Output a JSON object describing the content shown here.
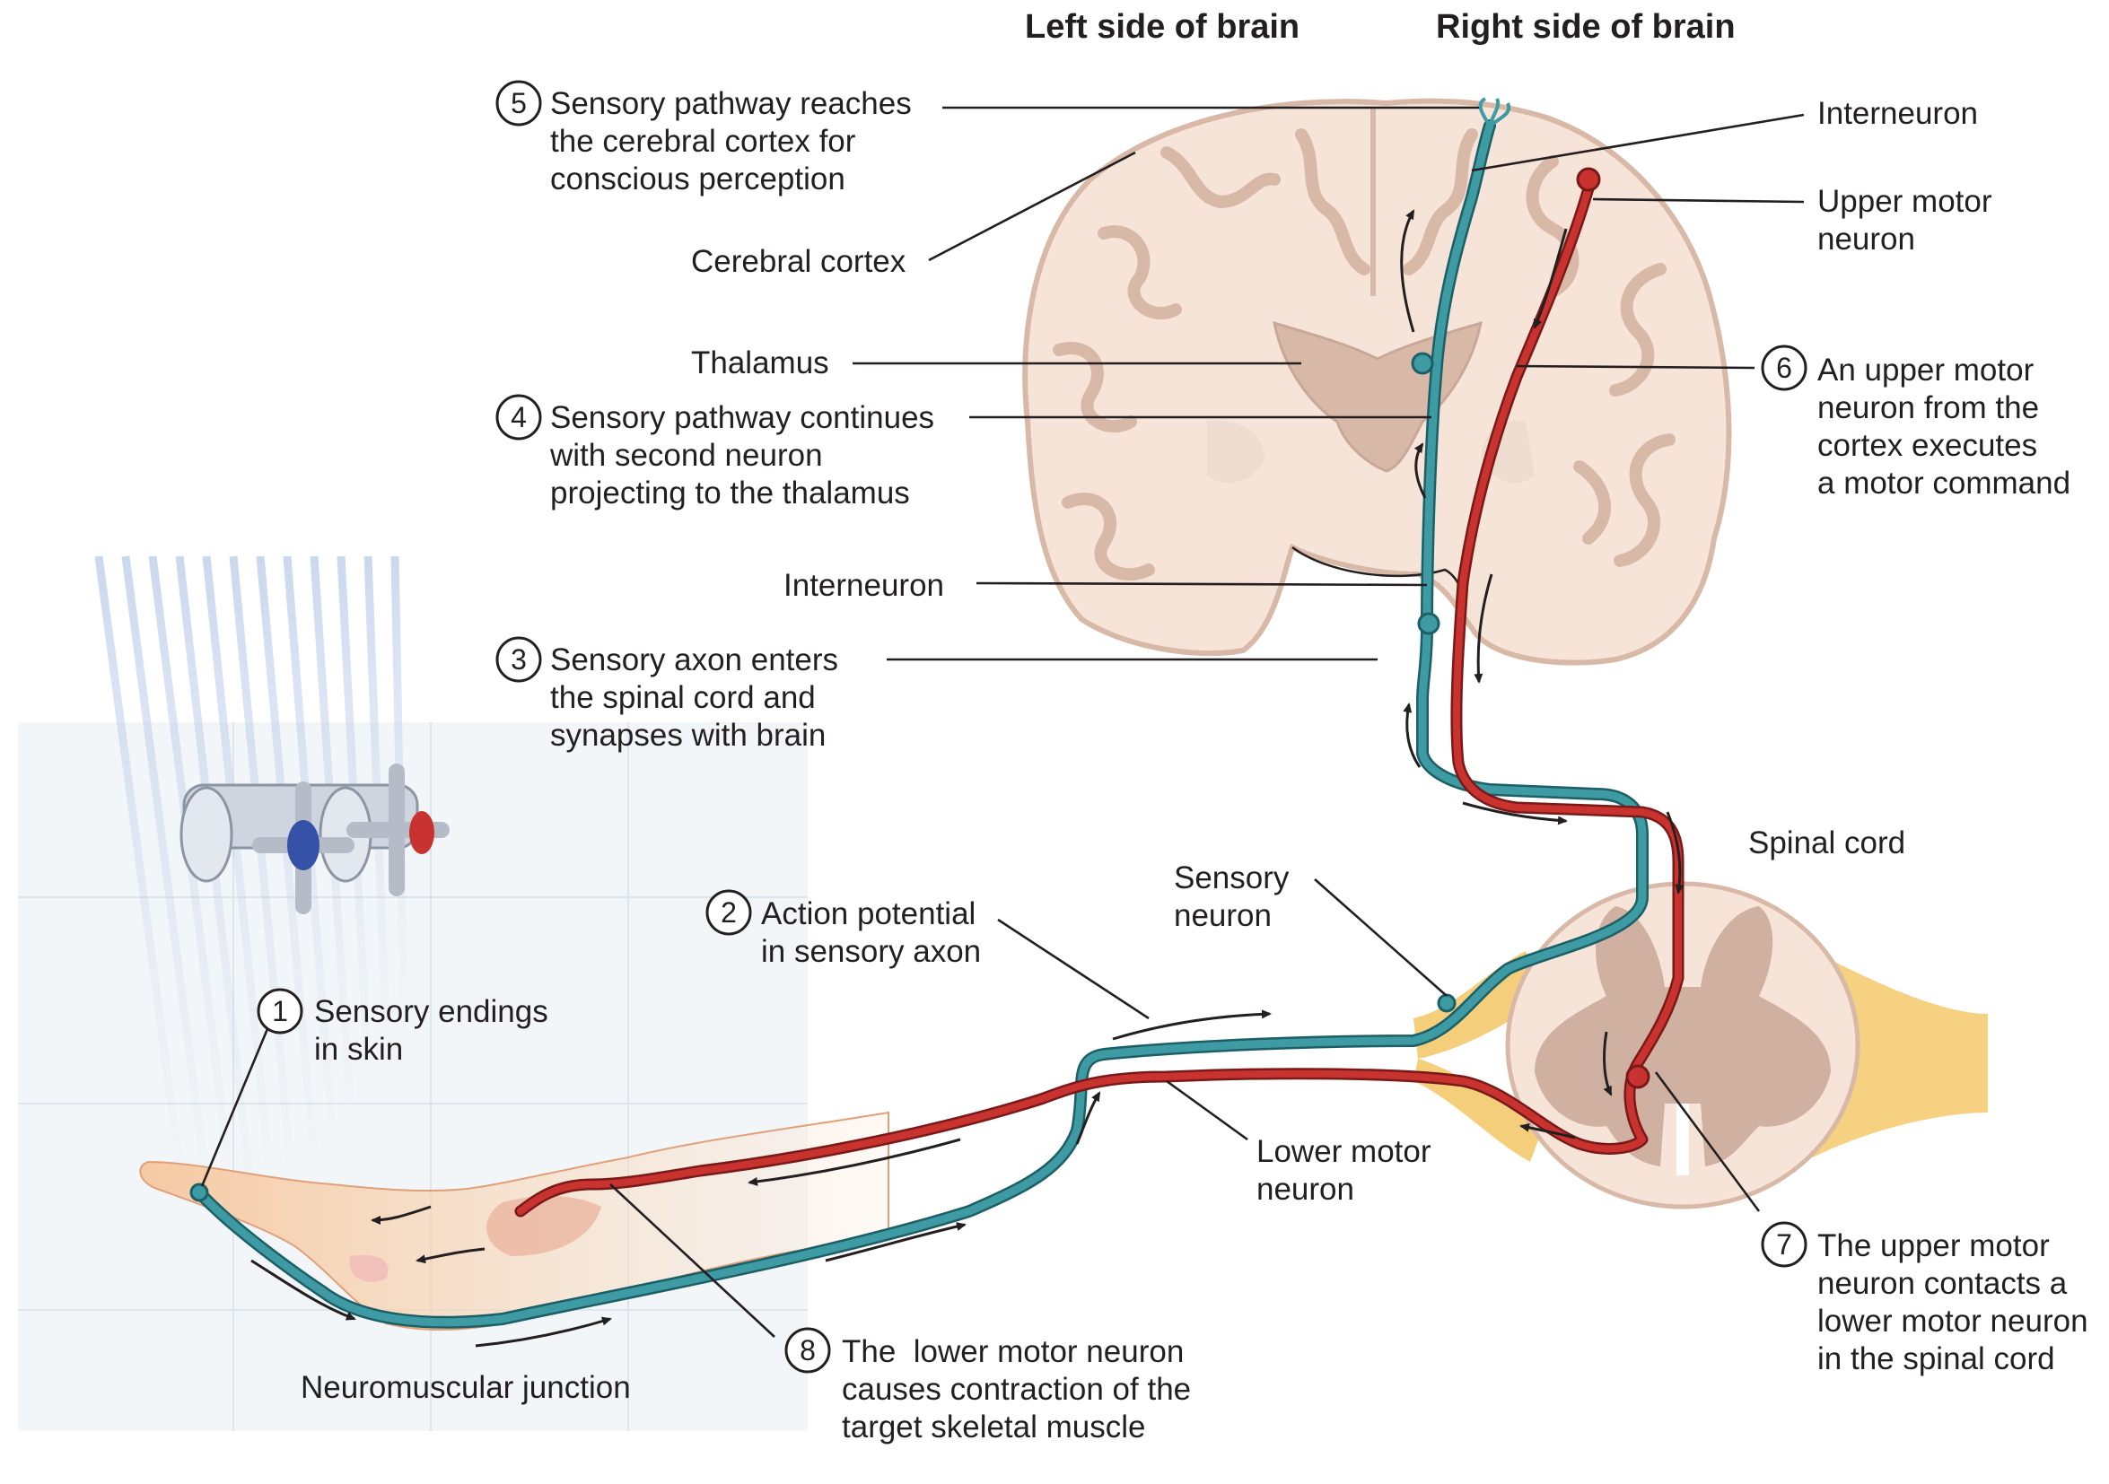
{
  "headers": {
    "left_brain": "Left side of brain",
    "right_brain": "Right side of brain"
  },
  "labels": {
    "cerebral_cortex": "Cerebral cortex",
    "thalamus": "Thalamus",
    "interneuron_top": "Interneuron",
    "interneuron_mid": "Interneuron",
    "upper_motor_neuron": [
      "Upper motor",
      "neuron"
    ],
    "spinal_cord": "Spinal cord",
    "sensory_neuron": [
      "Sensory",
      "neuron"
    ],
    "lower_motor_neuron": [
      "Lower motor",
      "neuron"
    ],
    "neuromuscular_junction": "Neuromuscular junction"
  },
  "steps": [
    {
      "number": "1",
      "lines": [
        "Sensory endings",
        "in skin"
      ]
    },
    {
      "number": "2",
      "lines": [
        "Action potential",
        "in sensory axon"
      ]
    },
    {
      "number": "3",
      "lines": [
        "Sensory axon enters",
        "the spinal cord and",
        "synapses with brain"
      ]
    },
    {
      "number": "4",
      "lines": [
        "Sensory pathway continues",
        "with second neuron",
        "projecting to the thalamus"
      ]
    },
    {
      "number": "5",
      "lines": [
        "Sensory pathway reaches",
        "the cerebral cortex for",
        "conscious perception"
      ]
    },
    {
      "number": "6",
      "lines": [
        "An upper motor",
        "neuron from the",
        "cortex executes",
        "a motor command"
      ]
    },
    {
      "number": "7",
      "lines": [
        "The upper motor",
        "neuron contacts a",
        "lower motor neuron",
        "in the spinal cord"
      ]
    },
    {
      "number": "8",
      "lines": [
        "The  lower motor neuron",
        "causes contraction of the",
        "target skeletal muscle"
      ]
    }
  ],
  "colors": {
    "sensory_pathway": "#3e9ba3",
    "motor_pathway": "#c8322f",
    "brain_tissue": "#f6e4d8",
    "brain_gray_matter": "#d8b9a8",
    "spinal_gray_matter": "#c9a898",
    "nerve_root": "#f3c96b",
    "skin": "#f8d1ad",
    "faucet_cold": "#3552a8",
    "faucet_hot": "#c8322f"
  }
}
